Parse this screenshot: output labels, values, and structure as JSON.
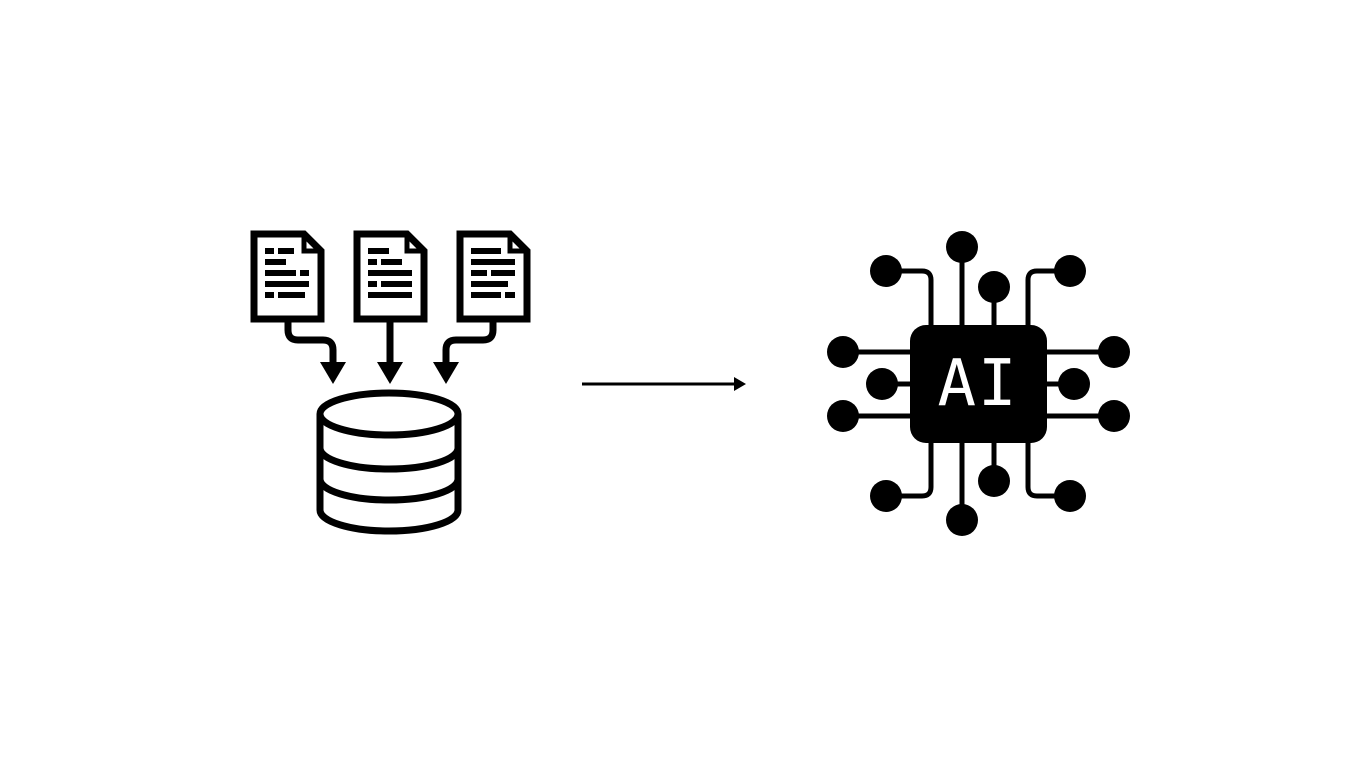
{
  "diagram": {
    "nodes": [
      {
        "id": "documents",
        "icon": "document-icon",
        "count": 3
      },
      {
        "id": "database",
        "icon": "database-icon"
      },
      {
        "id": "ai-chip",
        "icon": "ai-chip-icon",
        "label": "AI"
      }
    ],
    "edges": [
      {
        "from": "documents",
        "to": "database",
        "icon": "arrow-down-icon"
      },
      {
        "from": "database",
        "to": "ai-chip",
        "icon": "arrow-right-icon"
      }
    ],
    "colors": {
      "ink": "#000000",
      "background": "#ffffff"
    }
  }
}
